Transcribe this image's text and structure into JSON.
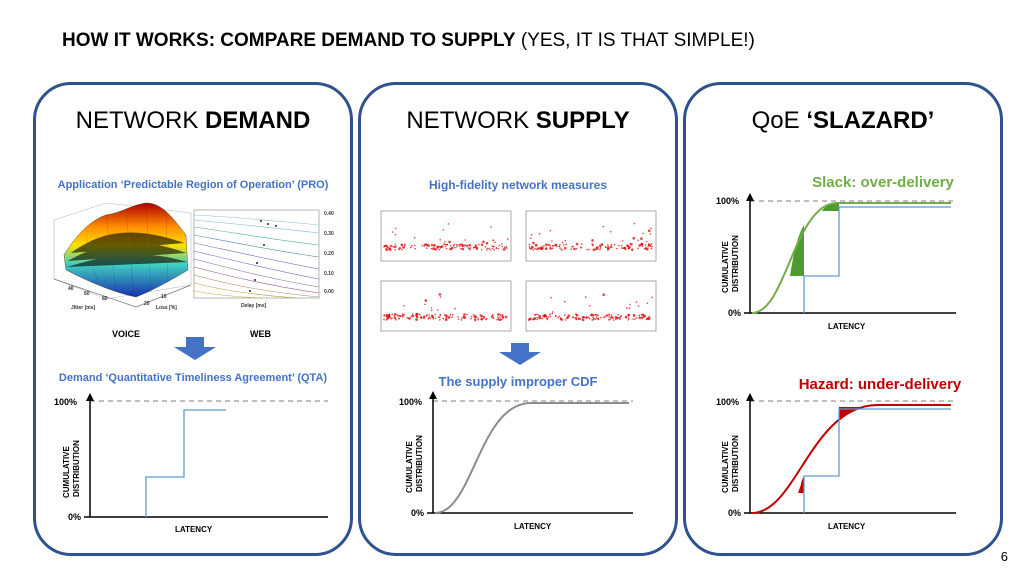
{
  "header": {
    "title_bold": "HOW IT WORKS: COMPARE DEMAND TO SUPPLY",
    "title_rest": " (YES, IT IS THAT SIMPLE!)"
  },
  "demand": {
    "title_normal": "NETWORK ",
    "title_bold": "DEMAND",
    "pro_caption": "Application ‘Predictable Region of Operation’ (PRO)",
    "voice_label": "VOICE",
    "web_label": "WEB",
    "qta_caption": "Demand ‘Quantitative Timeliness Agreement’ (QTA)",
    "chart": {
      "y_top": "100%",
      "y_bottom": "0%",
      "y_axis_line1": "CUMULATIVE",
      "y_axis_line2": "DISTRIBUTION",
      "x_axis": "LATENCY"
    }
  },
  "supply": {
    "title_normal": "NETWORK ",
    "title_bold": "SUPPLY",
    "measures_caption": "High-fidelity network measures",
    "cdf_caption": "The supply improper CDF",
    "chart": {
      "y_top": "100%",
      "y_bottom": "0%",
      "y_axis_line1": "CUMULATIVE",
      "y_axis_line2": "DISTRIBUTION",
      "x_axis": "LATENCY"
    }
  },
  "qoe": {
    "title_normal": "QoE ",
    "title_bold": "‘SLAZARD’",
    "slack_caption": "Slack: over-delivery",
    "hazard_caption": "Hazard: under-delivery",
    "slack_chart": {
      "y_top": "100%",
      "y_bottom": "0%",
      "y_axis_line1": "CUMULATIVE",
      "y_axis_line2": "DISTRIBUTION",
      "x_axis": "LATENCY"
    },
    "hazard_chart": {
      "y_top": "100%",
      "y_bottom": "0%",
      "y_axis_line1": "CUMULATIVE",
      "y_axis_line2": "DISTRIBUTION",
      "x_axis": "LATENCY"
    }
  },
  "colors": {
    "panel_border": "#2f528f",
    "caption_blue": "#4472c4",
    "step_blue": "#5b9bd5",
    "supply_curve": "#8c8c8c",
    "slack_green": "#70ad47",
    "hazard_red": "#c00000",
    "arrow_blue": "#4472c4",
    "scatter_red": "#e00000"
  },
  "footer": {
    "page_number": "6"
  }
}
